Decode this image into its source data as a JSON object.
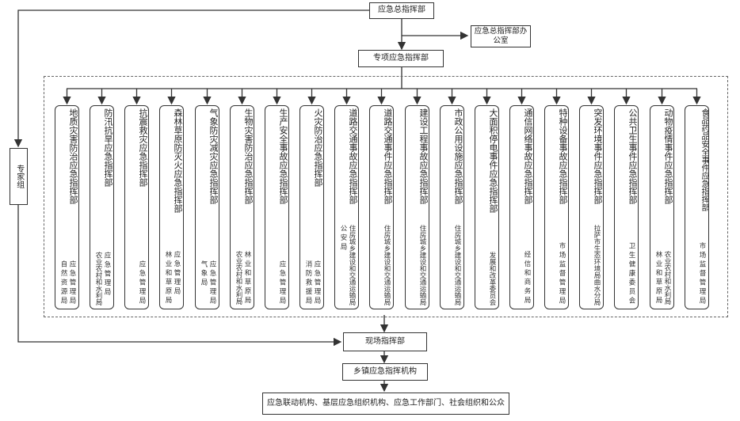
{
  "top": {
    "hq": "应急总指挥部",
    "office": "应急总指挥部办公室",
    "special": "专项应急指挥部",
    "experts": "专家组",
    "field": "现场指挥部",
    "township": "乡镇应急指挥机构",
    "bottom": "应急联动机构、基层应急组织机构、应急工作部门、社会组织和公众"
  },
  "commands": [
    {
      "title": "地质灾害防治应急指挥部",
      "subs": [
        "应急管理局",
        "自然资源局"
      ]
    },
    {
      "title": "防汛抗旱应急指挥部",
      "subs": [
        "应急管理局",
        "农业农村和水利局"
      ]
    },
    {
      "title": "抗震救灾应急指挥部",
      "subs": [
        "应急管理局"
      ]
    },
    {
      "title": "森林草原防灭火应急指挥部",
      "subs": [
        "应急管理局",
        "林业和草原局"
      ]
    },
    {
      "title": "气象防灾减灾应急指挥部",
      "subs": [
        "应急管理局",
        "气象局"
      ]
    },
    {
      "title": "生物灾害防治应急指挥部",
      "subs": [
        "林业和草原局",
        "农业农村和水利局"
      ]
    },
    {
      "title": "生产安全事故应急指挥部",
      "subs": [
        "应急管理局"
      ]
    },
    {
      "title": "火灾防治应急指挥部",
      "subs": [
        "应急管理局",
        "消防救援局"
      ]
    },
    {
      "title": "道路交通事故应急指挥部",
      "subs": [
        "住房城乡建设和交通运输局",
        "公安局"
      ]
    },
    {
      "title": "道路交通事件应急指挥部",
      "subs": [
        "住房城乡建设和交通运输局"
      ]
    },
    {
      "title": "建设工程事故应急指挥部",
      "subs": [
        "住房城乡建设和交通运输局"
      ]
    },
    {
      "title": "市政公用设施应急指挥部",
      "subs": [
        "住房城乡建设和交通运输局"
      ]
    },
    {
      "title": "大面积停电事件应急指挥部",
      "subs": [
        "发展和改革委员会"
      ]
    },
    {
      "title": "通信网络事故应急指挥部",
      "subs": [
        "经信和商务局"
      ]
    },
    {
      "title": "特种设备事故应急指挥部",
      "subs": [
        "市场监督管理局"
      ]
    },
    {
      "title": "突发环境事件应急指挥部",
      "subs": [
        "拉萨市生态环境局曲水分局"
      ]
    },
    {
      "title": "公共卫生事件应急指挥部",
      "subs": [
        "卫生健康委员会"
      ]
    },
    {
      "title": "动物疫情事件应急指挥部",
      "subs": [
        "农业农村和水利局",
        "林业和草原局"
      ]
    },
    {
      "title": "食品药品安全事件应急指挥部",
      "subs": [
        "市场监督管理局"
      ]
    }
  ]
}
